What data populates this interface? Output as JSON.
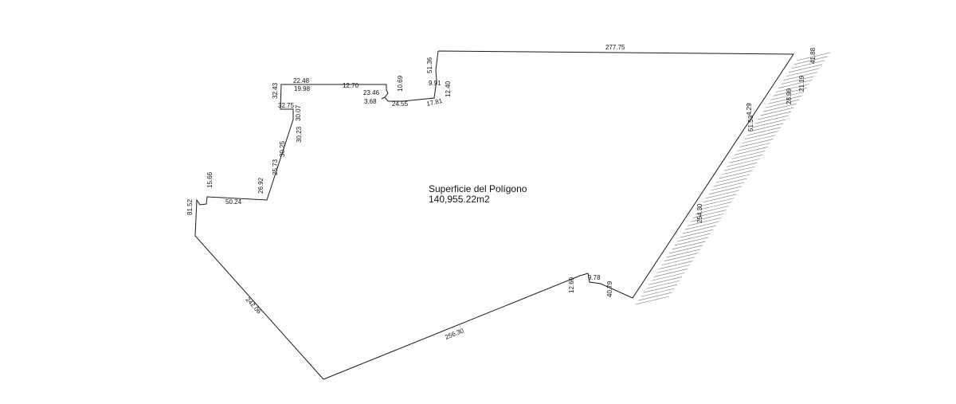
{
  "polygon": {
    "area_label": "Superficie del Polígono",
    "area_value": "140,955.22m2",
    "dimensions": {
      "d277_75": "277.75",
      "d41_88": "41.88",
      "d21_19": "21.19",
      "d28_99": "28.99",
      "d4_29": "4.29",
      "d51_53": "51.53",
      "d254_30": "254.30",
      "d40_79": "40.79",
      "d9_78": "9.78",
      "d12_60": "12.60",
      "d256_30": "256.30",
      "d242_06": "242.06",
      "d81_52": "81.52",
      "d15_66": "15.66",
      "d50_24": "50.24",
      "d26_92": "26.92",
      "d25_73": "25.73",
      "d30_25": "30.25",
      "d30_23": "30.23",
      "d30_07": "30.07",
      "d32_75": "32.75",
      "d32_43": "32.43",
      "d22_48": "22.48",
      "d19_98": "19.98",
      "d12_70": "12.70",
      "d23_46": "23.46",
      "d3_68": "3.68",
      "d10_69": "10.69",
      "d24_55": "24.55",
      "d17_81": "17.81",
      "d12_40": "12.40",
      "d9_91": "9.91",
      "d51_36": "51.36"
    }
  }
}
